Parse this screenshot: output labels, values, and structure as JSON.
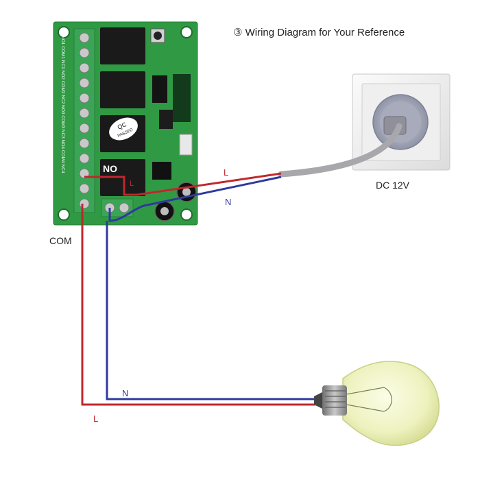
{
  "title": "③ Wiring Diagram for Your Reference",
  "power_label": "DC 12V",
  "com_label": "COM",
  "no_label": "NO",
  "wire_labels": {
    "live_power": "L",
    "neutral_power": "N",
    "live_lamp": "L",
    "neutral_lamp": "N",
    "live_terminal": "L"
  },
  "board": {
    "terminal_labels": [
      "NO1",
      "COM1",
      "NC1",
      "NO2",
      "COM2",
      "NC2",
      "NO3",
      "COM3",
      "NC3",
      "NO4",
      "COM4",
      "NC4"
    ],
    "qc_sticker": [
      "QC",
      "PASSED"
    ]
  },
  "colors": {
    "board_green": "#2f9a43",
    "terminal_green": "#3aa655",
    "live_wire": "#c0272d",
    "neutral_wire": "#2e3a9e",
    "cable_grey": "#a8a8ac",
    "bulb_glass": "#f2f5c8",
    "bulb_base": "#9a9a9a"
  }
}
